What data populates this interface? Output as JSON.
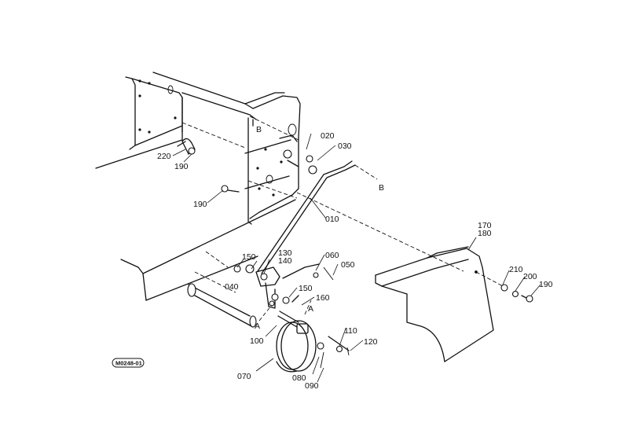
{
  "diagram": {
    "code": "M0248-01",
    "callouts": {
      "p010": "010",
      "p020": "020",
      "p030": "030",
      "p040": "040",
      "p050": "050",
      "p060": "060",
      "p070": "070",
      "p080": "080",
      "p090": "090",
      "p100": "100",
      "p110": "110",
      "p120": "120",
      "p130": "130",
      "p140": "140",
      "p150a": "150",
      "p150b": "150",
      "p160": "160",
      "p170": "170",
      "p180": "180",
      "p190a": "190",
      "p190b": "190",
      "p190c": "190",
      "p200": "200",
      "p210": "210",
      "p220": "220",
      "refA1": "A",
      "refA2": "A",
      "refB1": "B",
      "refB2": "B"
    }
  }
}
